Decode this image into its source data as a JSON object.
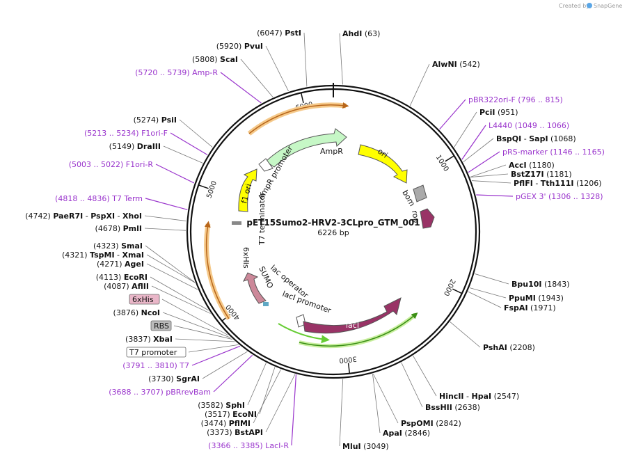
{
  "credit": {
    "prefix": "Created by",
    "brand": "SnapGene"
  },
  "plasmid": {
    "name": "pET15Sumo2-HRV2-3CLpro_GTM_001",
    "length_label": "6226 bp",
    "length": 6226
  },
  "ticks": [
    {
      "bp": 1000,
      "label": "1000"
    },
    {
      "bp": 2000,
      "label": "2000"
    },
    {
      "bp": 3000,
      "label": "3000"
    },
    {
      "bp": 4000,
      "label": "4000"
    },
    {
      "bp": 5000,
      "label": "5000"
    },
    {
      "bp": 6000,
      "label": "6000"
    }
  ],
  "labels": [
    {
      "id": "ahdi",
      "bp": 63,
      "pos": "(63)",
      "name": "AhdI",
      "kind": "enzyme",
      "side": "right"
    },
    {
      "id": "alwni",
      "bp": 542,
      "pos": "(542)",
      "name": "AlwNI",
      "kind": "enzyme",
      "side": "right"
    },
    {
      "id": "pbr322ori",
      "bp": 796,
      "pos": "(796 .. 815)",
      "name": "pBR322ori-F",
      "kind": "feature",
      "side": "right"
    },
    {
      "id": "pcii",
      "bp": 951,
      "pos": "(951)",
      "name": "PciI",
      "kind": "enzyme",
      "side": "right"
    },
    {
      "id": "l4440",
      "bp": 1049,
      "pos": "(1049 .. 1066)",
      "name": "L4440",
      "kind": "feature",
      "side": "right"
    },
    {
      "id": "bspqi",
      "bp": 1068,
      "pos": "(1068)",
      "name": "BspQI",
      "name2": "SapI",
      "kind": "enzyme",
      "side": "right"
    },
    {
      "id": "prsmarker",
      "bp": 1146,
      "pos": "(1146 .. 1165)",
      "name": "pRS-marker",
      "kind": "feature",
      "side": "right"
    },
    {
      "id": "acci",
      "bp": 1180,
      "pos": "(1180)",
      "name": "AccI",
      "kind": "enzyme",
      "side": "right"
    },
    {
      "id": "bstz17i",
      "bp": 1181,
      "pos": "(1181)",
      "name": "BstZ17I",
      "kind": "enzyme",
      "side": "right"
    },
    {
      "id": "pflfi",
      "bp": 1206,
      "pos": "(1206)",
      "name": "PflFI",
      "name2": "Tth111I",
      "kind": "enzyme",
      "side": "right"
    },
    {
      "id": "pgex3",
      "bp": 1306,
      "pos": "(1306 .. 1328)",
      "name": "pGEX 3'",
      "kind": "feature",
      "side": "right"
    },
    {
      "id": "bpu10i",
      "bp": 1843,
      "pos": "(1843)",
      "name": "Bpu10I",
      "kind": "enzyme",
      "side": "right"
    },
    {
      "id": "ppumi",
      "bp": 1943,
      "pos": "(1943)",
      "name": "PpuMI",
      "kind": "enzyme",
      "side": "right"
    },
    {
      "id": "fspai",
      "bp": 1971,
      "pos": "(1971)",
      "name": "FspAI",
      "kind": "enzyme",
      "side": "right"
    },
    {
      "id": "pshai",
      "bp": 2208,
      "pos": "(2208)",
      "name": "PshAI",
      "kind": "enzyme",
      "side": "right"
    },
    {
      "id": "hincii",
      "bp": 2547,
      "pos": "(2547)",
      "name": "HincII",
      "name2": "HpaI",
      "kind": "enzyme",
      "side": "right"
    },
    {
      "id": "bsshii",
      "bp": 2638,
      "pos": "(2638)",
      "name": "BssHII",
      "kind": "enzyme",
      "side": "right"
    },
    {
      "id": "pspomi",
      "bp": 2842,
      "pos": "(2842)",
      "name": "PspOMI",
      "kind": "enzyme",
      "side": "right"
    },
    {
      "id": "apai",
      "bp": 2846,
      "pos": "(2846)",
      "name": "ApaI",
      "kind": "enzyme",
      "side": "right"
    },
    {
      "id": "mlui",
      "bp": 3049,
      "pos": "(3049)",
      "name": "MluI",
      "kind": "enzyme",
      "side": "right"
    },
    {
      "id": "laci_r",
      "bp": 3366,
      "pos": "(3366 .. 3385)",
      "name": "LacI-R",
      "kind": "feature",
      "side": "left"
    },
    {
      "id": "bstapi",
      "bp": 3373,
      "pos": "(3373)",
      "name": "BstAPI",
      "kind": "enzyme",
      "side": "left"
    },
    {
      "id": "pflmi",
      "bp": 3474,
      "pos": "(3474)",
      "name": "PflMI",
      "kind": "enzyme",
      "side": "left"
    },
    {
      "id": "econi",
      "bp": 3517,
      "pos": "(3517)",
      "name": "EcoNI",
      "kind": "enzyme",
      "side": "left"
    },
    {
      "id": "sphi",
      "bp": 3582,
      "pos": "(3582)",
      "name": "SphI",
      "kind": "enzyme",
      "side": "left"
    },
    {
      "id": "pbrrevbam",
      "bp": 3688,
      "pos": "(3688 .. 3707)",
      "name": "pBRrevBam",
      "kind": "feature",
      "side": "left"
    },
    {
      "id": "sgrai",
      "bp": 3730,
      "pos": "(3730)",
      "name": "SgrAI",
      "kind": "enzyme",
      "side": "left"
    },
    {
      "id": "t7",
      "bp": 3791,
      "pos": "(3791 .. 3810)",
      "name": "T7",
      "kind": "feature",
      "side": "left"
    },
    {
      "id": "t7promoter",
      "bp": 3805,
      "name": "T7 promoter",
      "kind": "box",
      "box": "white",
      "side": "left"
    },
    {
      "id": "xbai",
      "bp": 3837,
      "pos": "(3837)",
      "name": "XbaI",
      "kind": "enzyme",
      "side": "left"
    },
    {
      "id": "rbs",
      "bp": 3860,
      "name": "RBS",
      "kind": "box",
      "box": "gray",
      "side": "left"
    },
    {
      "id": "ncoi",
      "bp": 3876,
      "pos": "(3876)",
      "name": "NcoI",
      "kind": "enzyme",
      "side": "left"
    },
    {
      "id": "his6",
      "bp": 3900,
      "name": "6xHis",
      "kind": "box",
      "box": "pink",
      "side": "left"
    },
    {
      "id": "aflii",
      "bp": 4087,
      "pos": "(4087)",
      "name": "AflII",
      "kind": "enzyme",
      "side": "left"
    },
    {
      "id": "ecori",
      "bp": 4113,
      "pos": "(4113)",
      "name": "EcoRI",
      "kind": "enzyme",
      "side": "left"
    },
    {
      "id": "agei",
      "bp": 4271,
      "pos": "(4271)",
      "name": "AgeI",
      "kind": "enzyme",
      "side": "left"
    },
    {
      "id": "tspmi",
      "bp": 4321,
      "pos": "(4321)",
      "name": "TspMI",
      "name2": "XmaI",
      "kind": "enzyme",
      "side": "left"
    },
    {
      "id": "smai",
      "bp": 4323,
      "pos": "(4323)",
      "name": "SmaI",
      "kind": "enzyme",
      "side": "left"
    },
    {
      "id": "pmli",
      "bp": 4678,
      "pos": "(4678)",
      "name": "PmlI",
      "kind": "enzyme",
      "side": "left"
    },
    {
      "id": "paer7i",
      "bp": 4742,
      "pos": "(4742)",
      "name": "PaeR7I",
      "name2": "PspXI",
      "name3": "XhoI",
      "kind": "enzyme",
      "side": "left"
    },
    {
      "id": "t7term",
      "bp": 4818,
      "pos": "(4818 .. 4836)",
      "name": "T7 Term",
      "kind": "feature",
      "side": "left"
    },
    {
      "id": "f1ori_r",
      "bp": 5003,
      "pos": "(5003 .. 5022)",
      "name": "F1ori-R",
      "kind": "feature",
      "side": "left"
    },
    {
      "id": "draiii",
      "bp": 5149,
      "pos": "(5149)",
      "name": "DraIII",
      "kind": "enzyme",
      "side": "left"
    },
    {
      "id": "f1ori_f",
      "bp": 5213,
      "pos": "(5213 .. 5234)",
      "name": "F1ori-F",
      "kind": "feature",
      "side": "left"
    },
    {
      "id": "psii",
      "bp": 5274,
      "pos": "(5274)",
      "name": "PsiI",
      "kind": "enzyme",
      "side": "left"
    },
    {
      "id": "ampr_primer",
      "bp": 5720,
      "pos": "(5720 .. 5739)",
      "name": "Amp-R",
      "kind": "feature",
      "side": "left"
    },
    {
      "id": "scai",
      "bp": 5808,
      "pos": "(5808)",
      "name": "ScaI",
      "kind": "enzyme",
      "side": "left"
    },
    {
      "id": "pvui",
      "bp": 5920,
      "pos": "(5920)",
      "name": "PvuI",
      "kind": "enzyme",
      "side": "left"
    },
    {
      "id": "psti",
      "bp": 6047,
      "pos": "(6047)",
      "name": "PstI",
      "kind": "enzyme",
      "side": "left"
    }
  ],
  "features": [
    {
      "id": "ampr",
      "label": "AmpR",
      "color": "#c6f7c6"
    },
    {
      "id": "ori",
      "label": "ori",
      "color": "#ffff00"
    },
    {
      "id": "bom",
      "label": "bom",
      "color": "#999999"
    },
    {
      "id": "rop",
      "label": "rop",
      "color": "#993366"
    },
    {
      "id": "laci",
      "label": "lacI",
      "color": "#993366"
    },
    {
      "id": "laci_promoter",
      "label": "lacI promoter",
      "color": "#ffffff"
    },
    {
      "id": "lac_operator",
      "label": "lac operator",
      "color": "#ffffff"
    },
    {
      "id": "sumo",
      "label": "SUMO",
      "color": "#cc8899"
    },
    {
      "id": "his6",
      "label": "6xHis",
      "color": "#cc8899"
    },
    {
      "id": "t7term",
      "label": "T7 terminator",
      "color": "#888888"
    },
    {
      "id": "f1ori",
      "label": "f1 ori",
      "color": "#ffff00"
    },
    {
      "id": "ampr_promoter",
      "label": "AmpR promoter",
      "color": "#ffffff"
    }
  ],
  "colors": {
    "enzyme_label": "#111111",
    "feature_label": "#9933cc",
    "orf_orange": "#f0a030",
    "orf_green": "#66cc33"
  }
}
